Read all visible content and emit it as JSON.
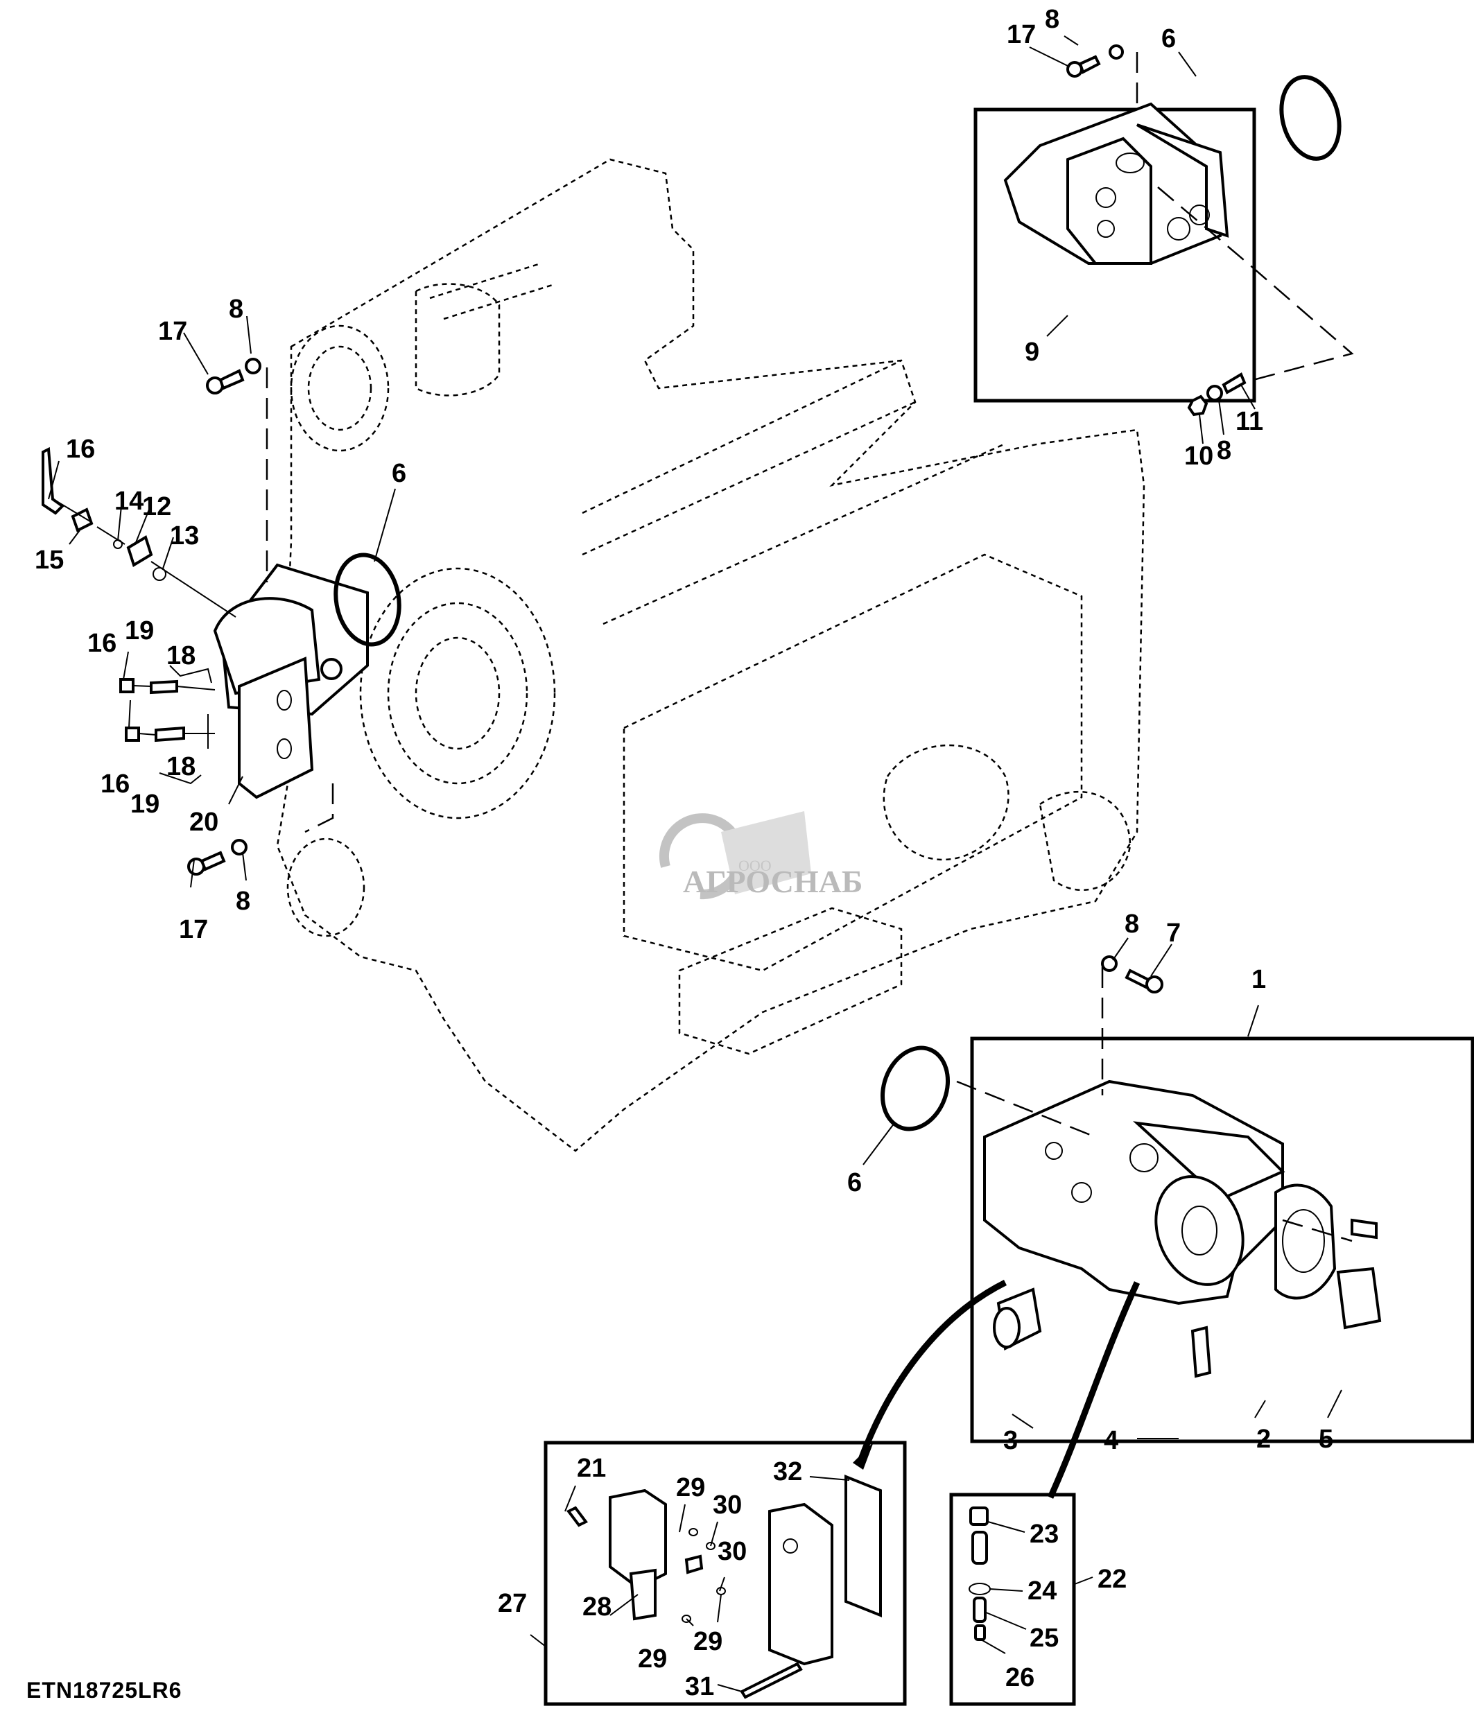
{
  "figure": {
    "id": "ETN18725LR6",
    "watermark": {
      "prefix": "ООО",
      "name": "АГРОСНАБ"
    }
  },
  "groups": {
    "pump_assembly": {
      "label": "1"
    },
    "control_valve_assembly": {
      "label": "27"
    },
    "relief_valve_assembly": {
      "label": "22"
    }
  },
  "callouts": [
    {
      "id": "top-17",
      "label": "17"
    },
    {
      "id": "top-8",
      "label": "8"
    },
    {
      "id": "top-6",
      "label": "6"
    },
    {
      "id": "top-9",
      "label": "9"
    },
    {
      "id": "top-10",
      "label": "10"
    },
    {
      "id": "top-8b",
      "label": "8"
    },
    {
      "id": "top-11",
      "label": "11"
    },
    {
      "id": "left-17",
      "label": "17"
    },
    {
      "id": "left-8",
      "label": "8"
    },
    {
      "id": "left-16",
      "label": "16"
    },
    {
      "id": "left-14",
      "label": "14"
    },
    {
      "id": "left-12",
      "label": "12"
    },
    {
      "id": "left-13",
      "label": "13"
    },
    {
      "id": "left-15",
      "label": "15"
    },
    {
      "id": "left-6",
      "label": "6"
    },
    {
      "id": "left-16b",
      "label": "16"
    },
    {
      "id": "left-19",
      "label": "19"
    },
    {
      "id": "left-18",
      "label": "18"
    },
    {
      "id": "left-18b",
      "label": "18"
    },
    {
      "id": "left-16c",
      "label": "16"
    },
    {
      "id": "left-19b",
      "label": "19"
    },
    {
      "id": "left-20",
      "label": "20"
    },
    {
      "id": "left-17b",
      "label": "17"
    },
    {
      "id": "left-8b",
      "label": "8"
    },
    {
      "id": "mid-8",
      "label": "8"
    },
    {
      "id": "mid-7",
      "label": "7"
    },
    {
      "id": "mid-1",
      "label": "1"
    },
    {
      "id": "mid-6",
      "label": "6"
    },
    {
      "id": "pump-3",
      "label": "3"
    },
    {
      "id": "pump-4",
      "label": "4"
    },
    {
      "id": "pump-2",
      "label": "2"
    },
    {
      "id": "pump-5",
      "label": "5"
    },
    {
      "id": "ctl-21",
      "label": "21"
    },
    {
      "id": "ctl-29a",
      "label": "29"
    },
    {
      "id": "ctl-30a",
      "label": "30"
    },
    {
      "id": "ctl-30b",
      "label": "30"
    },
    {
      "id": "ctl-32",
      "label": "32"
    },
    {
      "id": "ctl-27",
      "label": "27"
    },
    {
      "id": "ctl-28",
      "label": "28"
    },
    {
      "id": "ctl-29b",
      "label": "29"
    },
    {
      "id": "ctl-29c",
      "label": "29"
    },
    {
      "id": "ctl-31",
      "label": "31"
    },
    {
      "id": "rv-23",
      "label": "23"
    },
    {
      "id": "rv-24",
      "label": "24"
    },
    {
      "id": "rv-22",
      "label": "22"
    },
    {
      "id": "rv-25",
      "label": "25"
    },
    {
      "id": "rv-26",
      "label": "26"
    }
  ]
}
